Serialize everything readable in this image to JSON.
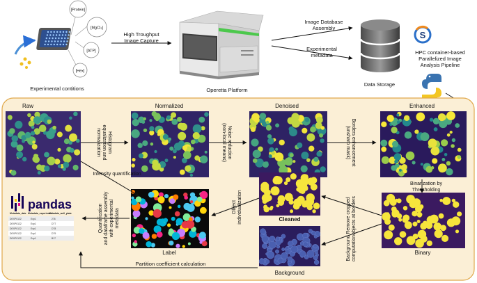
{
  "colors": {
    "panel_bg": "#fbefd6",
    "panel_border": "#e0a84a",
    "viridis_dark": "#35185a",
    "viridis_mid": "#21908c",
    "viridis_bright": "#f6e53c",
    "pandas_purple": "#150458",
    "pandas_pink": "#e70488",
    "pandas_yellow": "#ffca00",
    "machine_green": "#4cc84c"
  },
  "top": {
    "conditions": [
      "[Protein]",
      "[MgCl₂]",
      "[ATP]",
      "[Hex]"
    ],
    "experimental_conditions": "Experimental contitions",
    "capture_line1": "High Troughput",
    "capture_line2": "Image Capture",
    "platform": "Operetta Platform",
    "assembly_line1": "Image Database",
    "assembly_line2": "Assembly",
    "metadata_line1": "Experimental",
    "metadata_line2": "metadata",
    "storage": "Data Storage",
    "hpc_line1": "HPC container-based",
    "hpc_line2": "Parallelized Image",
    "hpc_line3": "Analysis Pipeline"
  },
  "panels": {
    "raw": "Raw",
    "normalized": "Normalized",
    "denoised": "Denoised",
    "enhanced": "Enhanced",
    "label": "Label",
    "cleaned": "Cleaned",
    "background": "Background",
    "binary": "Binary"
  },
  "steps": {
    "histogram": [
      "Histogram",
      "equalization and",
      "normalization"
    ],
    "noise": [
      "Noise reduction",
      "(non-local means)"
    ],
    "borders": [
      "Borders enhancement",
      "(unsharp mask)"
    ],
    "binarization": [
      "Binarization by",
      "Thresholding"
    ],
    "intensity": "Intensity quantification",
    "remove": [
      "Remove cropped",
      "objects at borders"
    ],
    "background_comp": [
      "Background",
      "computation"
    ],
    "object": [
      "Object",
      "individualization"
    ],
    "quantification": [
      "Quantification",
      "and dataframe assembly",
      "with experimental",
      "metadata"
    ],
    "partition": "Partition coefficient calculation"
  },
  "pandas": {
    "title": "pandas",
    "columns": [
      "Metadata_date",
      "Metadata_experiment",
      "Metadata_well_plate"
    ],
    "rows": [
      [
        "DEXP0122",
        "Exp1",
        "276"
      ],
      [
        "DEXP0122",
        "Exp1",
        "D77"
      ],
      [
        "DEXP0122",
        "Exp1",
        "D78"
      ],
      [
        "DEXP0122",
        "Exp1",
        "D79"
      ],
      [
        "DEXP0122",
        "Exp1",
        "B17"
      ]
    ]
  }
}
